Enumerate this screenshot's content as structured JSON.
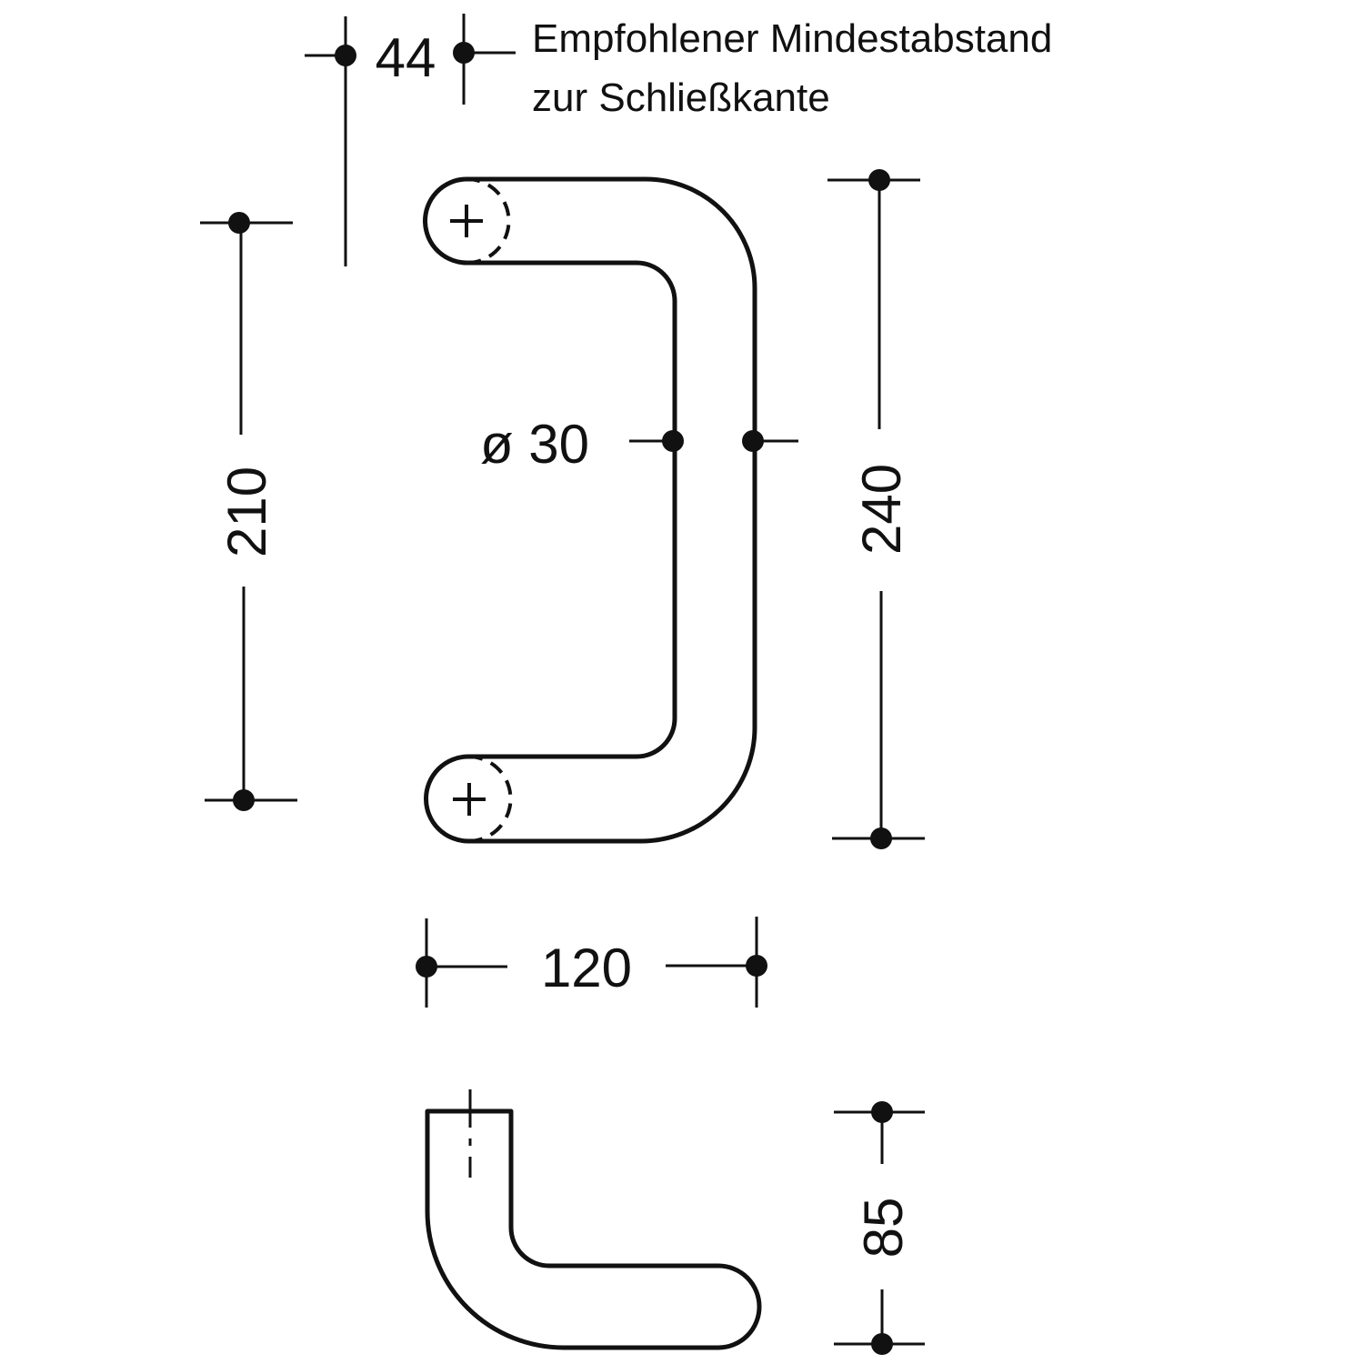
{
  "note": {
    "line1": "Empfohlener Mindestabstand",
    "line2": "zur Schließkante"
  },
  "dimensions": {
    "edge_distance": "44",
    "grip_spacing": "210",
    "overall_height": "240",
    "tube_diameter": "ø 30",
    "projection": "120",
    "side_depth": "85"
  },
  "colors": {
    "ink": "#111111",
    "background": "#ffffff"
  }
}
